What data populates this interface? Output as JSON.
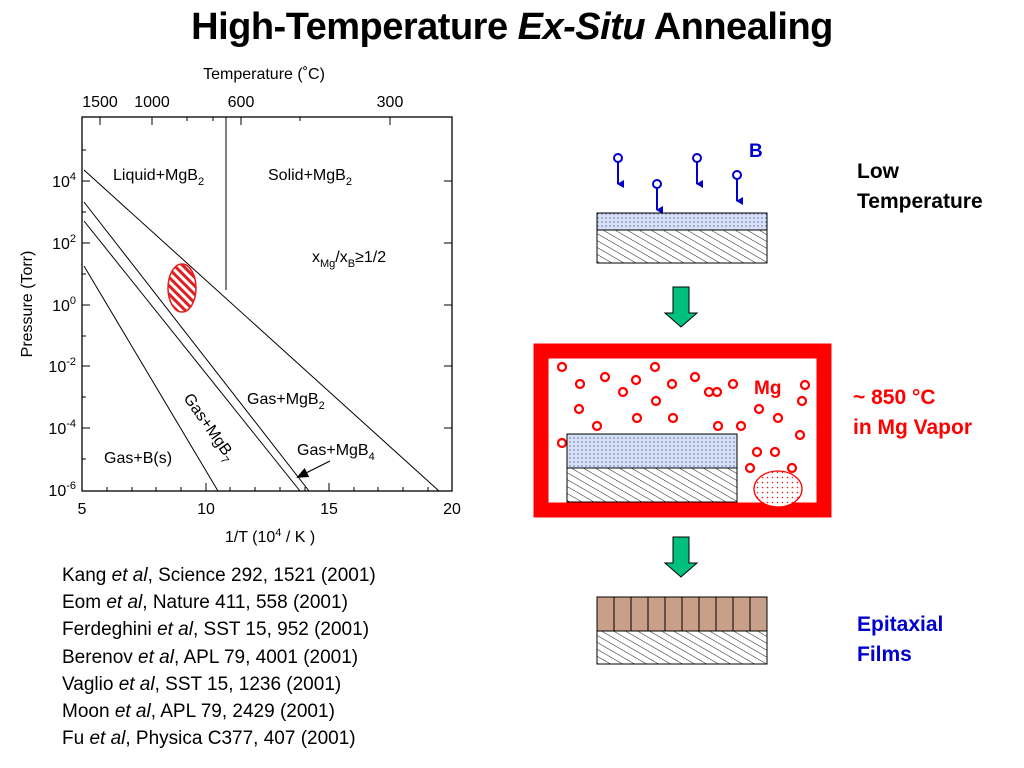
{
  "slide": {
    "title_part1": "High-Temperature ",
    "title_italic": "Ex-Situ",
    "title_part2": " Annealing"
  },
  "phase_diagram": {
    "top_axis_label": "Temperature (˚C)",
    "top_ticks": [
      "1500",
      "1000",
      "600",
      "300"
    ],
    "bottom_axis_label_a": "1/T (10",
    "bottom_axis_label_sup": "4",
    "bottom_axis_label_b": " / K )",
    "bottom_ticks": [
      "5",
      "10",
      "15",
      "20"
    ],
    "y_axis_label": "Pressure (Torr)",
    "y_tick_base": "10",
    "y_tick_exponents": [
      "4",
      "2",
      "0",
      "-2",
      "-4",
      "-6"
    ],
    "regions": {
      "liquid": {
        "a": "Liquid+MgB",
        "sub": "2"
      },
      "solid": {
        "a": "Solid+MgB",
        "sub": "2"
      },
      "ratio": {
        "a": "x",
        "sub1": "Mg",
        "b": "/x",
        "sub2": "B",
        "c": "≥1/2"
      },
      "gas_mgb2": {
        "a": "Gas+MgB",
        "sub": "2"
      },
      "gas_mgb7": {
        "a": "Gas+MgB",
        "sub": "7"
      },
      "gas_mgb4": {
        "a": "Gas+MgB",
        "sub": "4"
      },
      "gas_b": {
        "a": "Gas+B(s)"
      }
    },
    "process_window_color": "#e02020"
  },
  "process": {
    "boron_label": "B",
    "mg_label": "Mg",
    "step1_label": [
      "Low",
      "Temperature"
    ],
    "step2_label": [
      "~ 850 °C",
      "in Mg Vapor"
    ],
    "step3_label": [
      "Epitaxial",
      "Films"
    ],
    "colors": {
      "boron": "#0000cc",
      "vapor": "#ff0000",
      "arrow": "#00c080",
      "film": "#c8a08a"
    }
  },
  "references": [
    {
      "author": "Kang ",
      "etal": "et al",
      "rest": ", Science 292, 1521 (2001)"
    },
    {
      "author": "Eom ",
      "etal": "et al",
      "rest": ", Nature 411, 558 (2001)"
    },
    {
      "author": "Ferdeghini ",
      "etal": "et al",
      "rest": ", SST 15, 952 (2001)"
    },
    {
      "author": "Berenov ",
      "etal": "et al",
      "rest": ", APL 79, 4001 (2001)"
    },
    {
      "author": "Vaglio ",
      "etal": "et al",
      "rest": ", SST 15, 1236 (2001)"
    },
    {
      "author": "Moon ",
      "etal": "et al",
      "rest": ", APL 79, 2429 (2001)"
    },
    {
      "author": "Fu ",
      "etal": "et al",
      "rest": ", Physica C377, 407 (2001)"
    }
  ]
}
